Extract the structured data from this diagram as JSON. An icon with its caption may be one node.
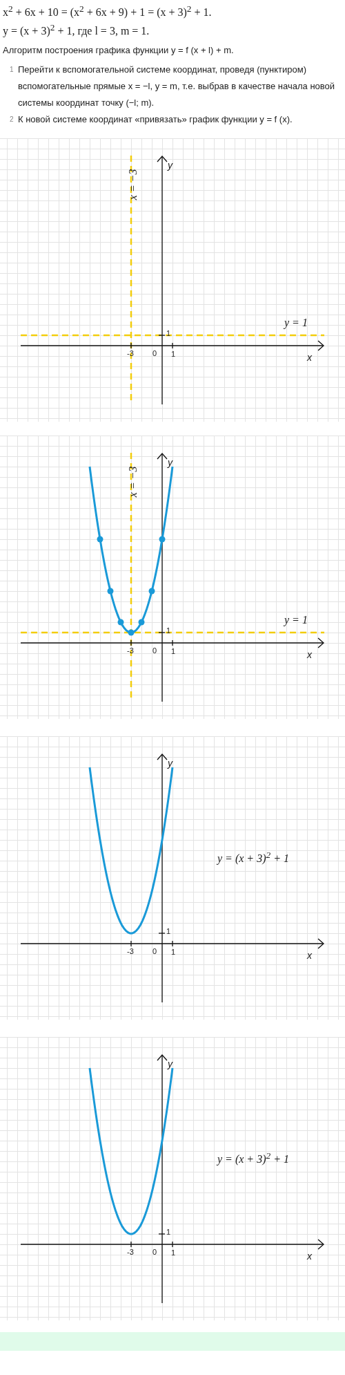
{
  "diagram": {
    "labels": [
      "x$^{2}$ + 6x + 10 = (x$^{2}$ + 6x + 9) + 1 = (x + 3)$^{2}$ + 1.",
      "y = (x + 3)$^{2}$ + 1, где l = 3, m = 1.",
      "Алгоритм построения графика функции y = f (x + l) + m.",
      "1",
      "Перейти к вспомогательной системе координат, проведя (пунктиром) вспомогательные прямые x = −l, y = m, т.е. выбрав в качестве начала новой системы координат точку (−l; m).",
      "2",
      "К новой системе координат «привязать» график функции y = f (x).",
      "x = −3",
      "y",
      "y = 1",
      "1",
      "-3",
      "0",
      "1",
      "x",
      "x = −3",
      "y",
      "y = 1",
      "1",
      "-3",
      "0",
      "1",
      "x",
      "y",
      "y = (x + 3)$^{2}$ + 1",
      "1",
      "-3",
      "0",
      "1",
      "x",
      "y",
      "y = (x + 3)$^{2}$ + 1",
      "1",
      "-3",
      "0",
      "1",
      "x"
    ]
  }
}
